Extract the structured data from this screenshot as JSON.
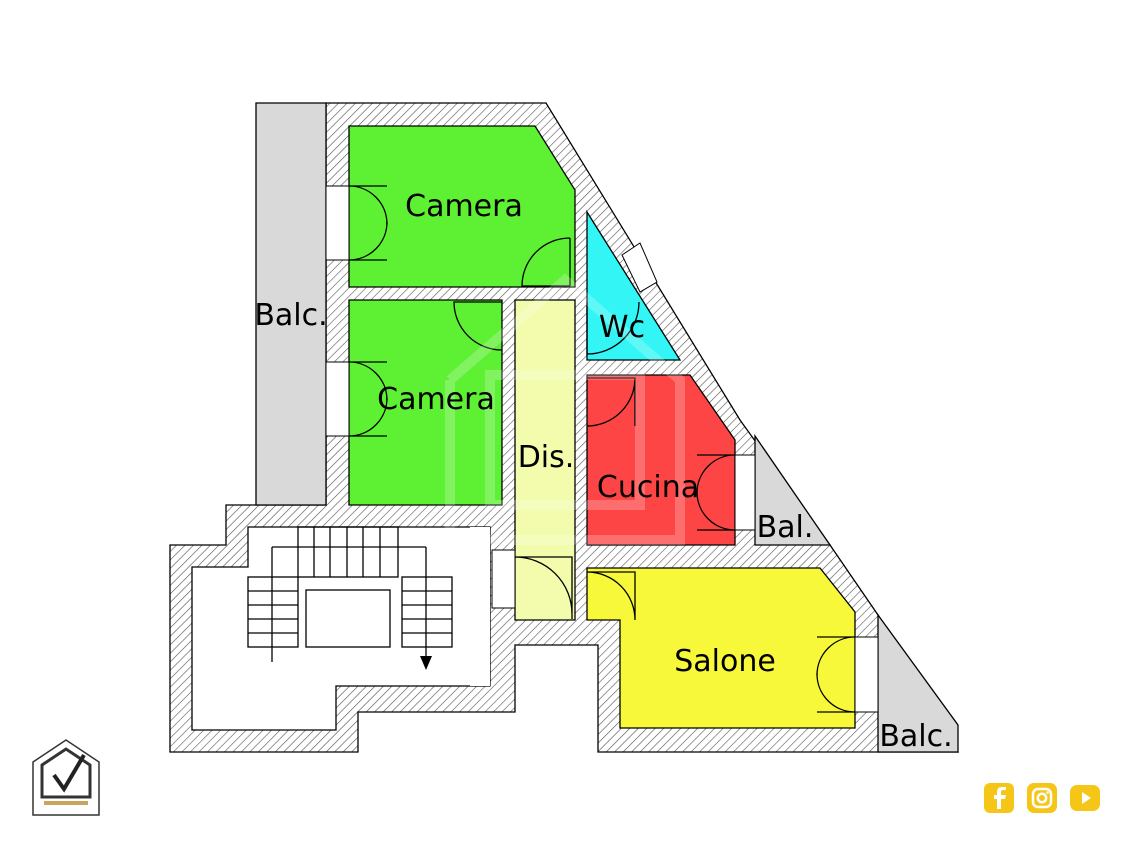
{
  "rooms": {
    "camera_top": "Camera",
    "camera_mid": "Camera",
    "wc": "Wc",
    "dis": "Dis.",
    "cucina": "Cucina",
    "salone": "Salone",
    "balc_left": "Balc.",
    "bal_right": "Bal.",
    "balc_bottom": "Balc."
  },
  "colors": {
    "camera": "#5ef033",
    "wc": "#33f5f5",
    "dis": "#f2fcac",
    "cucina": "#fd4545",
    "salone": "#f8f83a",
    "balcony": "#d9d9d9",
    "brand": "#c9a45c",
    "social": "#f5c518"
  },
  "icons": {
    "logo": "house-check-logo",
    "facebook": "facebook-icon",
    "instagram": "instagram-icon",
    "youtube": "youtube-icon"
  }
}
